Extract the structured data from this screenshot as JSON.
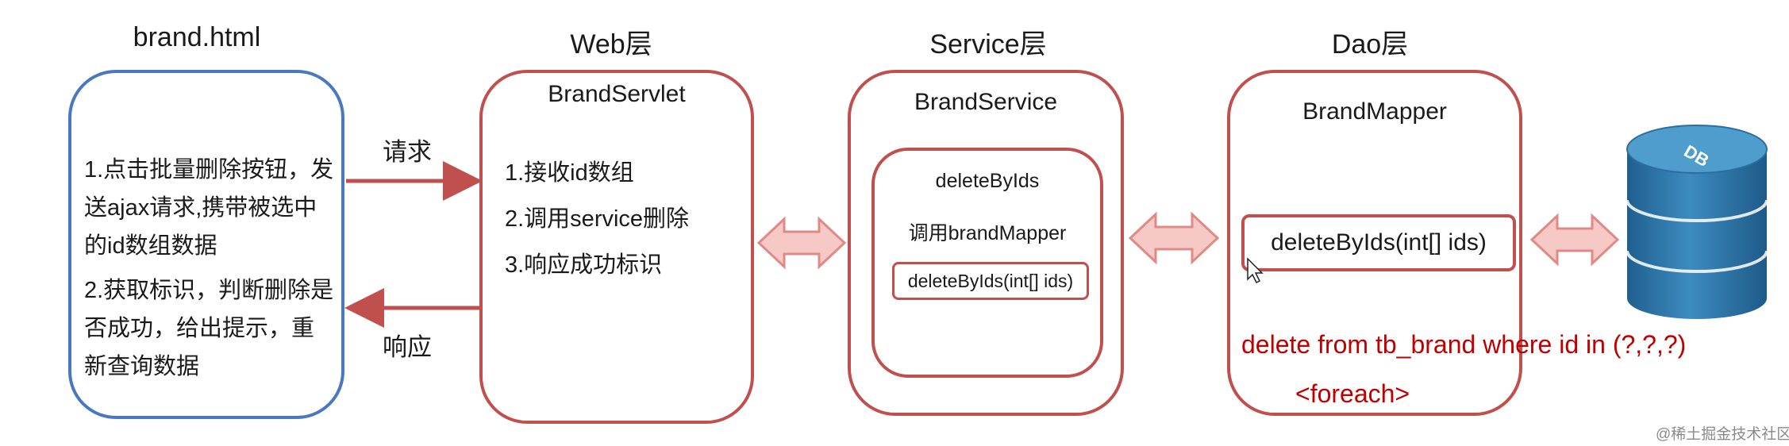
{
  "columns": {
    "client": "brand.html",
    "web": "Web层",
    "service": "Service层",
    "dao": "Dao层"
  },
  "client_box": {
    "step1": "1.点击批量删除按钮，发送ajax请求,携带被选中的id数组数据",
    "step2": "2.获取标识，判断删除是否成功，给出提示，重新查询数据"
  },
  "arrows": {
    "request": "请求",
    "response": "响应"
  },
  "web_box": {
    "title": "BrandServlet",
    "steps": [
      "1.接收id数组",
      "2.调用service删除",
      "3.响应成功标识"
    ]
  },
  "service_box": {
    "title": "BrandService",
    "method_name": "deleteByIds",
    "call": "调用brandMapper",
    "signature": "deleteByIds(int[] ids)"
  },
  "dao_box": {
    "title": "BrandMapper",
    "signature": "deleteByIds(int[] ids)"
  },
  "sql": {
    "statement": "delete from tb_brand where id in (?,?,?)",
    "tag": "<foreach>"
  },
  "database": {
    "label": "DB"
  },
  "watermark": "@稀土掘金技术社区",
  "colors": {
    "client_border": "#4a78c0",
    "box_border": "#c0504d",
    "sql_text": "#c00000",
    "db_blue": "#2e6e9e",
    "double_arrow_fill": "#f6c9c6"
  }
}
